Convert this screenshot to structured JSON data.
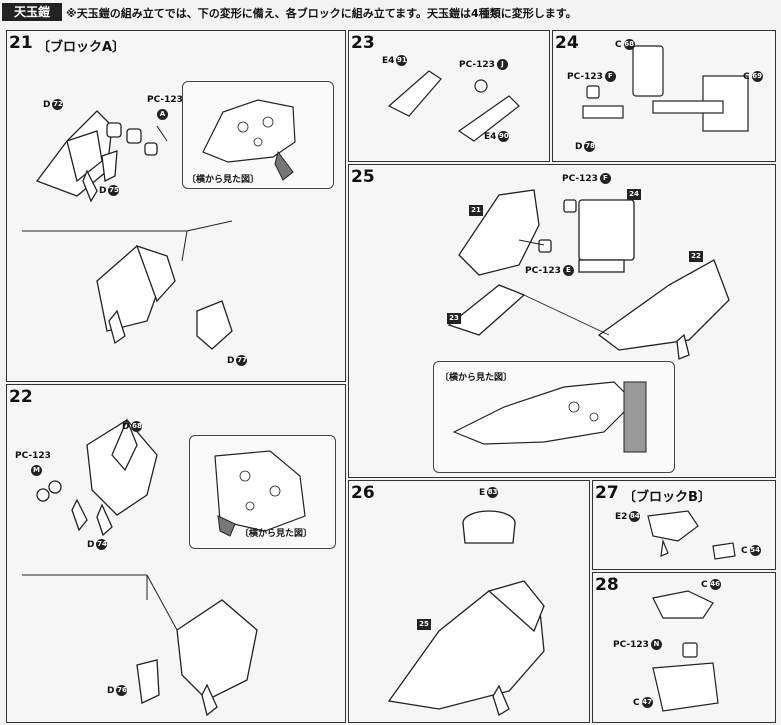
{
  "header": {
    "tag": "天玉鎧",
    "note": "※天玉鎧の組み立てでは、下の変形に備え、各ブロックに組み立てます。天玉鎧は4種類に変形します。"
  },
  "steps": {
    "s21": {
      "num": "21",
      "sub": "〔ブロックA〕",
      "d72": "D",
      "d72n": "72",
      "pc": "PC-123",
      "pcn": "A",
      "d75": "D",
      "d75n": "75",
      "d77": "D",
      "d77n": "77",
      "inset": "〔横から見た図〕"
    },
    "s22": {
      "num": "22",
      "d68": "D",
      "d68n": "68",
      "pc": "PC-123",
      "pcn": "M",
      "d74": "D",
      "d74n": "74",
      "d76": "D",
      "d76n": "76",
      "inset": "〔横から見た図〕"
    },
    "s23": {
      "num": "23",
      "e4a": "E4",
      "e4an": "91",
      "pc": "PC-123",
      "pcn": "J",
      "e4b": "E4",
      "e4bn": "90"
    },
    "s24": {
      "num": "24",
      "c68": "C",
      "c68n": "68",
      "c69": "C",
      "c69n": "69",
      "pc": "PC-123",
      "pcn": "F",
      "d78": "D",
      "d78n": "78"
    },
    "s25": {
      "num": "25",
      "pcF": "PC-123",
      "pcFn": "F",
      "pcE": "PC-123",
      "pcEn": "E",
      "b21": "21",
      "b22": "22",
      "b23": "23",
      "b24": "24",
      "inset": "〔横から見た図〕"
    },
    "s26": {
      "num": "26",
      "e83": "E",
      "e83n": "83",
      "b25": "25"
    },
    "s27": {
      "num": "27",
      "sub": "〔ブロックB〕",
      "e2": "E2",
      "e2n": "84",
      "c": "C",
      "cn": "54"
    },
    "s28": {
      "num": "28",
      "c46": "C",
      "c46n": "46",
      "pc": "PC-123",
      "pcn": "N",
      "c47": "C",
      "c47n": "47"
    }
  }
}
